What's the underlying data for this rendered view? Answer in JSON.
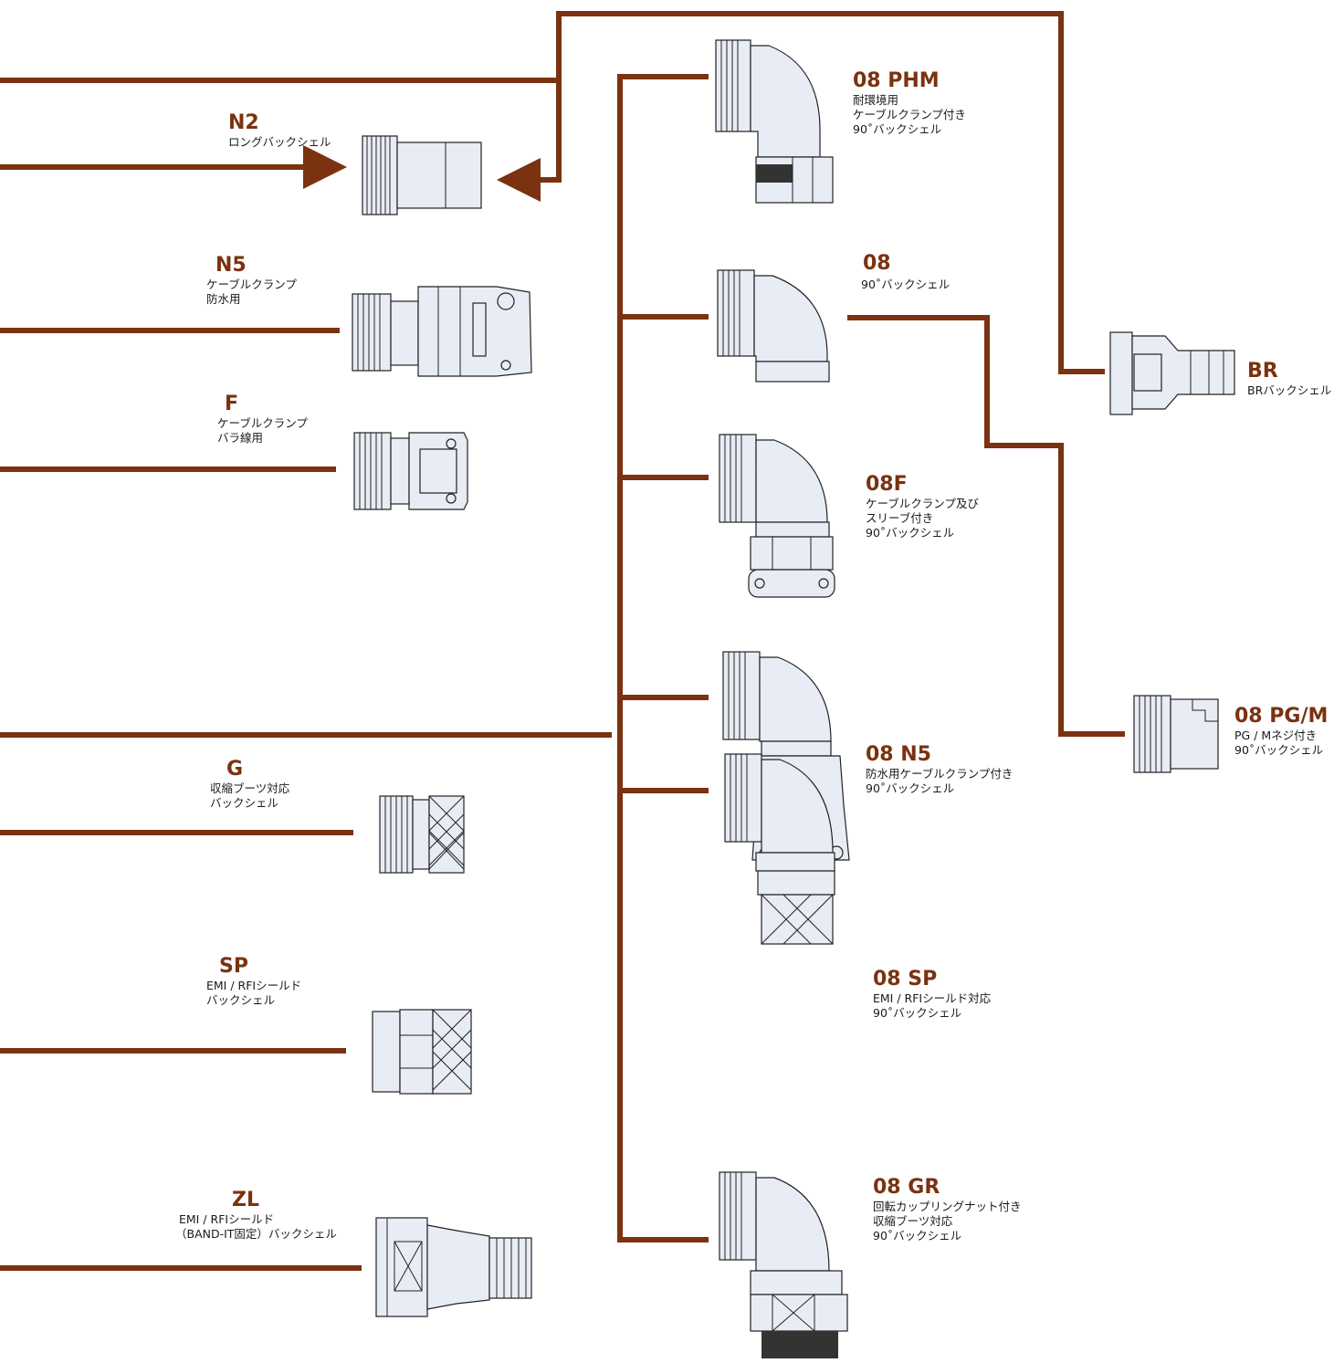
{
  "colors": {
    "wire": "#7a3210",
    "code_text": "#7a3210",
    "desc_text": "#1a1a1a",
    "part_fill": "#e8ecf4",
    "part_outline": "#222222"
  },
  "backshells": [
    {
      "key": "n2",
      "code": "N2",
      "desc": [
        "ロングバックシェル"
      ]
    },
    {
      "key": "n5",
      "code": "N5",
      "desc": [
        "ケーブルクランプ",
        "防水用"
      ]
    },
    {
      "key": "f",
      "code": "F",
      "desc": [
        "ケーブルクランプ",
        "バラ線用"
      ]
    },
    {
      "key": "g",
      "code": "G",
      "desc": [
        "収縮ブーツ対応",
        "バックシェル"
      ]
    },
    {
      "key": "sp",
      "code": "SP",
      "desc": [
        "EMI / RFIシールド",
        "バックシェル"
      ]
    },
    {
      "key": "zl",
      "code": "ZL",
      "desc": [
        "EMI / RFIシールド",
        "（BAND-IT固定）バックシェル"
      ]
    },
    {
      "key": "08phm",
      "code": "08 PHM",
      "desc": [
        "耐環境用",
        "ケーブルクランプ付き",
        "90˚バックシェル"
      ]
    },
    {
      "key": "08",
      "code": "08",
      "desc": [
        "90˚バックシェル"
      ]
    },
    {
      "key": "08f",
      "code": "08F",
      "desc": [
        "ケーブルクランプ及び",
        "スリーブ付き",
        "90˚バックシェル"
      ]
    },
    {
      "key": "08n5",
      "code": "08 N5",
      "desc": [
        "防水用ケーブルクランプ付き",
        "90˚バックシェル"
      ]
    },
    {
      "key": "08sp",
      "code": "08 SP",
      "desc": [
        "EMI / RFIシールド対応",
        "90˚バックシェル"
      ]
    },
    {
      "key": "08gr",
      "code": "08 GR",
      "desc": [
        "回転カップリングナット付き",
        "収縮ブーツ対応",
        "90˚バックシェル"
      ]
    },
    {
      "key": "br",
      "code": "BR",
      "desc": [
        "BRバックシェル"
      ]
    },
    {
      "key": "08pgm",
      "code": "08 PG/M",
      "desc": [
        "PG / Mネジ付き",
        "90˚バックシェル"
      ]
    }
  ]
}
